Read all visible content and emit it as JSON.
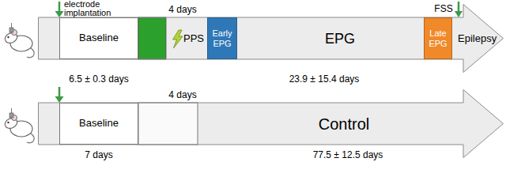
{
  "diagram": {
    "nodes": [
      {
        "text": [
          "PPS",
          "EPG",
          "Epilepsy"
        ]
      },
      {
        "text": [
          "Baseline"
        ],
        "in": 0
      },
      {
        "text": [
          "Early EPG"
        ],
        "in": 0
      },
      {
        "text": [
          "Late EPG"
        ],
        "in": 0
      },
      {
        "text": [
          "Control"
        ]
      },
      {
        "text": [
          "Baseline"
        ],
        "in": 4
      }
    ],
    "labels": [
      "electrode implantation",
      "4 days",
      "FSS",
      "6.5 ± 0.3 days",
      "23.9 ± 15.4 days",
      "4 days",
      "7 days",
      "77.5 ± 12.5 days"
    ]
  }
}
